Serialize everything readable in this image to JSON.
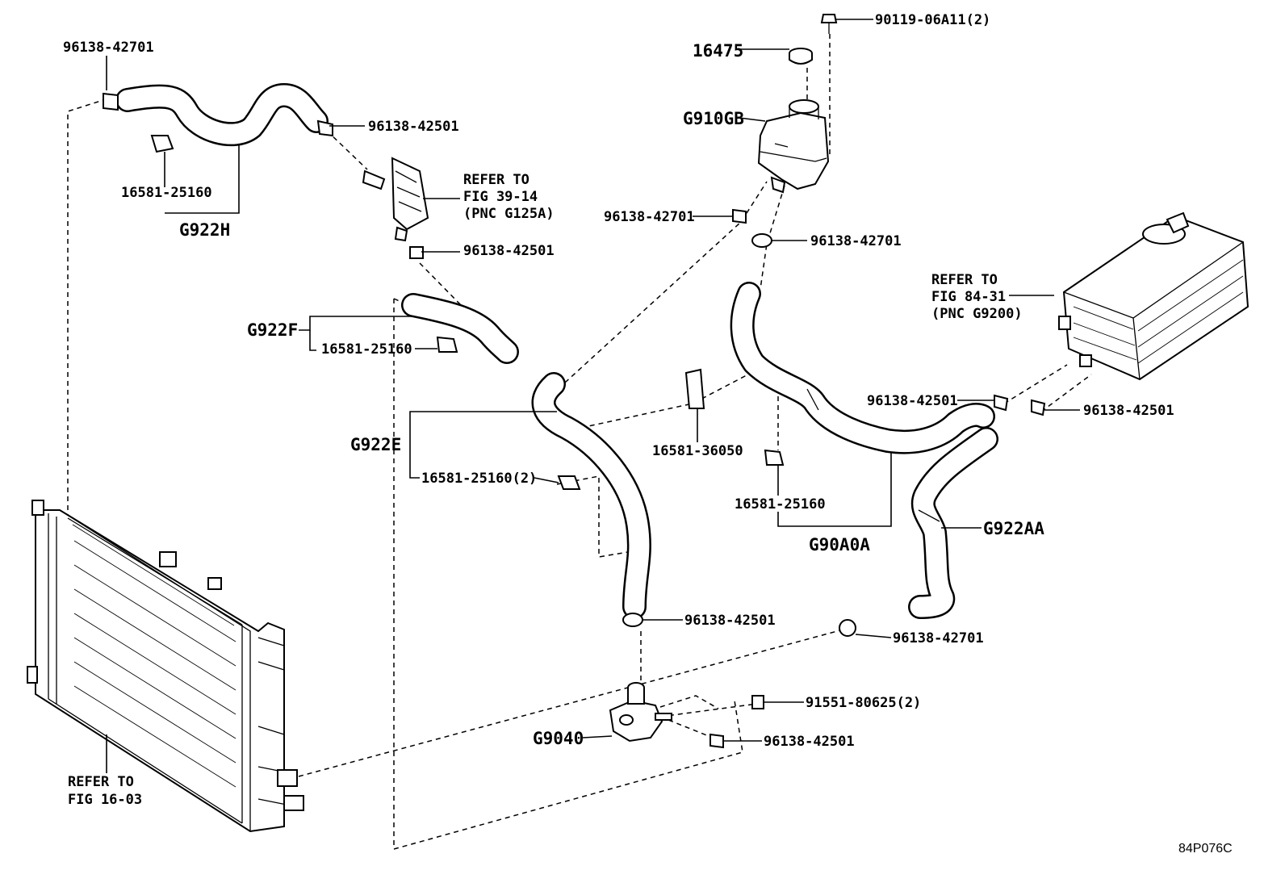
{
  "diagram_code": "84P076C",
  "labels": {
    "bolt_top": "90119-06A11(2)",
    "cap": "16475",
    "reservoir": "G910GB",
    "clamp_top_left": "96138-42701",
    "clamp_h_right": "96138-42501",
    "clip_h": "16581-25160",
    "hose_h": "G922H",
    "refer_39_line1": "REFER TO",
    "refer_39_line2": "FIG 39-14",
    "refer_39_line3": "(PNC G125A)",
    "clamp_under_bracket": "96138-42501",
    "hose_f": "G922F",
    "clip_f": "16581-25160",
    "clamp_res_left": "96138-42701",
    "clamp_res_right": "96138-42701",
    "refer_84_line1": "REFER TO",
    "refer_84_line2": "FIG 84-31",
    "refer_84_line3": "(PNC G9200)",
    "clamp_inv_left": "96138-42501",
    "clamp_inv_right": "96138-42501",
    "hose_e": "G922E",
    "clip_e": "16581-25160(2)",
    "clip_36050": "16581-36050",
    "clip_a0a": "16581-25160",
    "hose_a0a": "G90A0A",
    "hose_aa": "G922AA",
    "clamp_pump_top": "96138-42501",
    "clamp_aa_bottom": "96138-42701",
    "bolt_pump": "91551-80625(2)",
    "pump": "G9040",
    "clamp_pump_right": "96138-42501",
    "refer_16_line1": "REFER TO",
    "refer_16_line2": "FIG 16-03"
  }
}
